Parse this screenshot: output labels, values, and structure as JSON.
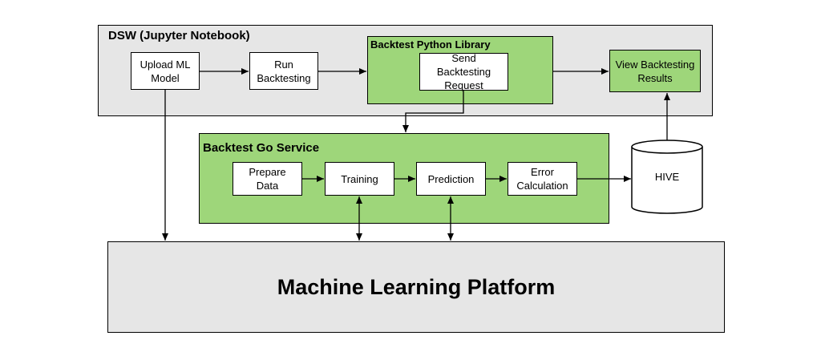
{
  "dsw": {
    "title": "DSW (Jupyter Notebook)",
    "upload": "Upload ML\nModel",
    "run": "Run\nBacktesting",
    "view": "View Backtesting\nResults"
  },
  "library": {
    "title": "Backtest Python Library",
    "send": "Send Backtesting\nRequest"
  },
  "service": {
    "title": "Backtest Go Service",
    "prepare": "Prepare Data",
    "training": "Training",
    "prediction": "Prediction",
    "error": "Error\nCalculation"
  },
  "hive": {
    "label": "HIVE"
  },
  "platform": {
    "label": "Machine Learning Platform"
  }
}
